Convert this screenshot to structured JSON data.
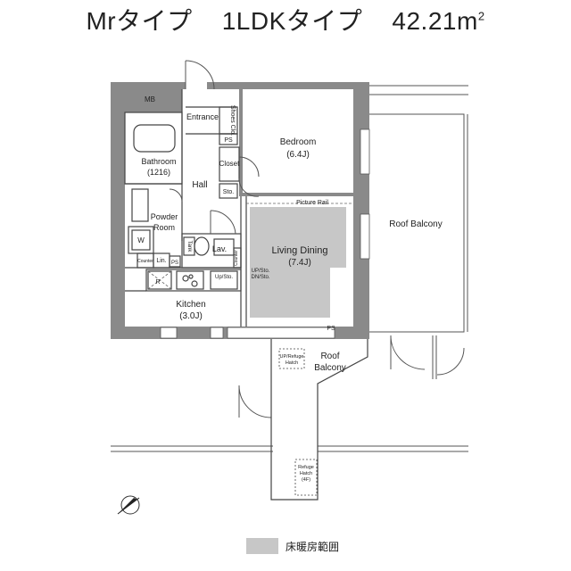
{
  "header": {
    "type_name": "Mrタイプ",
    "layout_type": "1LDKタイプ",
    "area": "42.21m",
    "area_sup": "2"
  },
  "rooms": {
    "mb": "MB",
    "entrance": "Entrance",
    "shoes": "Shoes Clo.",
    "ps_top": "PS",
    "bedroom": "Bedroom",
    "bedroom_size": "(6.4J)",
    "bathroom": "Bathroom",
    "bathroom_size": "(1216)",
    "hall": "Hall",
    "closet": "Closet",
    "sto": "Sto.",
    "picture_rail": "Picture Rail",
    "powder": "Powder",
    "powder2": "Room",
    "w": "W",
    "lav": "Lav.",
    "tank": "Tank",
    "counter_left": "Counter",
    "lin": "Lin.",
    "ps_mid": "PS",
    "counter_right": "Counter",
    "living": "Living Dining",
    "living_size": "(7.4J)",
    "r": "R",
    "upsto": "Up/Sto.",
    "updn1": "UP/Sto.",
    "updn2": "DN/Sto.",
    "kitchen": "Kitchen",
    "kitchen_size": "(3.0J)",
    "ps_bottom": "PS",
    "roof_balcony_right": "Roof Balcony",
    "refuge_hatch_up1": "UP/Refuge",
    "refuge_hatch_up2": "Hatch",
    "roof_balcony_bottom1": "Roof",
    "roof_balcony_bottom2": "Balcony",
    "refuge_hatch_1": "Refuge",
    "refuge_hatch_2": "Hatch",
    "refuge_hatch_3": "(4F)"
  },
  "legend": {
    "label": "床暖房範囲"
  },
  "colors": {
    "wall": "#8a8a8a",
    "floor_heating": "#c7c7c7",
    "line": "#444444"
  },
  "icons": {
    "compass": "north-arrow-icon"
  }
}
